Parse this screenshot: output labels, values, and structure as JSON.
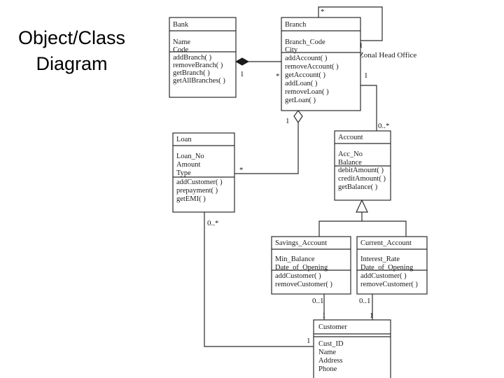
{
  "slide": {
    "title_line1": "Object/Class",
    "title_line2": "Diagram"
  },
  "classes": {
    "bank": {
      "name": "Bank",
      "attributes": [
        "Name",
        "Code"
      ],
      "operations": [
        "addBranch( )",
        "removeBranch( )",
        "getBranch( )",
        "getAllBranches( )"
      ]
    },
    "branch": {
      "name": "Branch",
      "attributes": [
        "Branch_Code",
        "City"
      ],
      "operations": [
        "addAccount( )",
        "removeAccount( )",
        "getAccount( )",
        "addLoan( )",
        "removeLoan( )",
        "getLoan( )"
      ]
    },
    "loan": {
      "name": "Loan",
      "attributes": [
        "Loan_No",
        "Amount",
        "Type"
      ],
      "operations": [
        "addCustomer( )",
        "prepayment( )",
        "getEMI( )"
      ]
    },
    "account": {
      "name": "Account",
      "attributes": [
        "Acc_No",
        "Balance"
      ],
      "operations": [
        "debitAmount( )",
        "creditAmount( )",
        "getBalance( )"
      ]
    },
    "savings": {
      "name": "Savings_Account",
      "attributes": [
        "Min_Balance",
        "Date_of_Opening"
      ],
      "operations": [
        "addCustomer( )",
        "removeCustomer( )"
      ]
    },
    "current": {
      "name": "Current_Account",
      "attributes": [
        "Interest_Rate",
        "Date_of_Opening"
      ],
      "operations": [
        "addCustomer( )",
        "removeCustomer( )"
      ]
    },
    "customer": {
      "name": "Customer",
      "attributes": [
        "Cust_ID",
        "Name",
        "Address",
        "Phone"
      ],
      "operations": []
    }
  },
  "associations": {
    "branch_self_mult_top": "*",
    "branch_self_mult_right": "1",
    "branch_self_role": "Zonal Head Office",
    "bank_branch_mult_bank": "1",
    "bank_branch_mult_branch": "*",
    "branch_account_mult_branch": "1",
    "branch_account_mult_account": "0..*",
    "branch_loan_mult_branch": "1",
    "branch_loan_mult_loan": "*",
    "loan_customer_mult_loan": "0..*",
    "loan_customer_mult_customer": "1",
    "savings_customer_mult_savings": "0..1",
    "savings_customer_mult_customer": "1",
    "current_customer_mult_current": "0..1",
    "current_customer_mult_customer": "1"
  }
}
